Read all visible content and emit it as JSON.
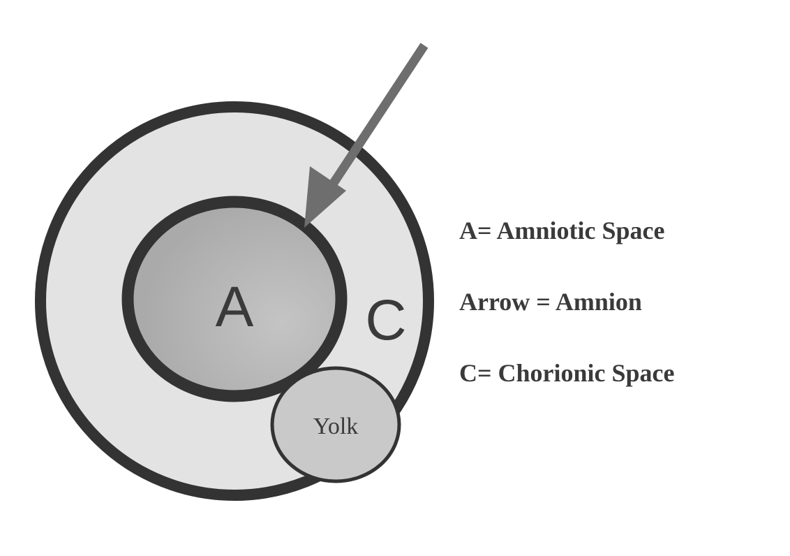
{
  "diagram": {
    "labels": {
      "amniotic": "A",
      "chorionic": "C",
      "yolk": "Yolk"
    },
    "legend": [
      "A= Amniotic Space",
      "Arrow = Amnion",
      "C= Chorionic Space"
    ],
    "colors": {
      "outline": "#333333",
      "chorionic_fill": "#e3e3e3",
      "amniotic_fill": "#b2b2b2",
      "yolk_fill": "#c9c9c9",
      "arrow": "#6e6e6e",
      "text": "#3a3a3a"
    }
  }
}
